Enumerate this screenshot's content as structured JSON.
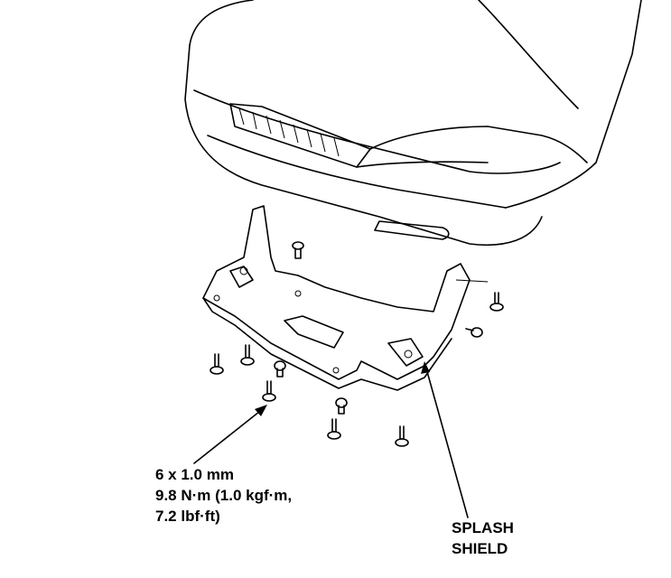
{
  "diagram": {
    "torque_spec": {
      "bolt_size": "6 x 1.0 mm",
      "torque_metric": "9.8 N·m (1.0 kgf·m,",
      "torque_imperial": "7.2 lbf·ft)"
    },
    "part_label": {
      "line1": "SPLASH",
      "line2": "SHIELD"
    },
    "colors": {
      "ink": "#000000",
      "paper": "#ffffff"
    }
  }
}
